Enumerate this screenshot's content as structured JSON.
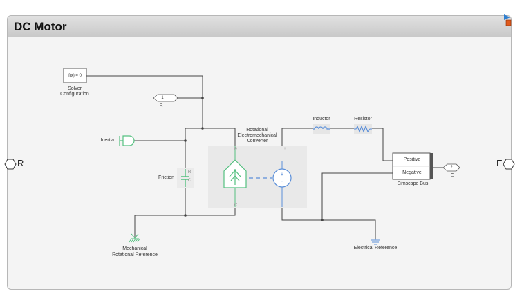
{
  "window": {
    "title": "DC Motor"
  },
  "ports": {
    "left": {
      "label": "R"
    },
    "right": {
      "label": "E"
    }
  },
  "blocks": {
    "solver": {
      "expr": "f(x) = 0",
      "label_line1": "Solver",
      "label_line2": "Configuration"
    },
    "goto_r": {
      "number": "1",
      "label": "R"
    },
    "inertia": {
      "label": "Inertia"
    },
    "friction": {
      "label": "Friction",
      "port_c": "C",
      "port_r": "R"
    },
    "converter": {
      "line1": "Rotational",
      "line2": "Electromechanical",
      "line3": "Converter",
      "port_r": "R",
      "port_c": "C"
    },
    "source": {
      "plus_terminal": "+",
      "minus_terminal": "-"
    },
    "inductor": {
      "label": "Inductor"
    },
    "resistor": {
      "label": "Resistor"
    },
    "bus": {
      "positive": "Positive",
      "negative": "Negative",
      "label": "Simscape Bus"
    },
    "goto_e": {
      "number": "2",
      "label": "E"
    },
    "mech_ref": {
      "line1": "Mechanical",
      "line2": "Rotational Reference"
    },
    "elec_ref": {
      "label": "Electrical Reference"
    }
  },
  "colors": {
    "mechanical": "#55c080",
    "electrical": "#5b8fd9",
    "line": "#444444",
    "title_bar": "#d3d3d3"
  },
  "icons": {
    "corner": "simulink-pointer-icon",
    "port": "hexagon-port-icon"
  }
}
